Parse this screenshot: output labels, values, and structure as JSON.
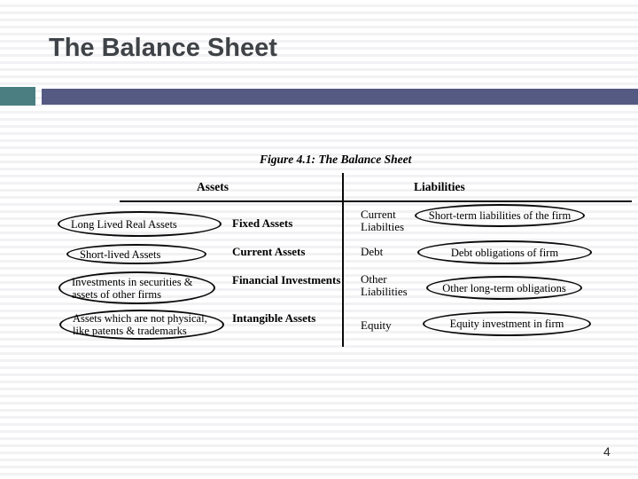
{
  "slide": {
    "title": "The Balance Sheet",
    "page_number": "4"
  },
  "figure": {
    "caption": "Figure 4.1: The Balance Sheet",
    "assets_header": "Assets",
    "liabilities_header": "Liabilities",
    "asset_rows": [
      {
        "oval": "Long Lived Real Assets",
        "label": "Fixed Assets"
      },
      {
        "oval": "Short-lived Assets",
        "label": "Current Assets"
      },
      {
        "oval": "Investments in securities & assets of other firms",
        "label": "Financial Investments"
      },
      {
        "oval": "Assets which are not physical, like patents & trademarks",
        "label": "Intangible Assets"
      }
    ],
    "liability_rows": [
      {
        "label": "Current Liabilties",
        "oval": "Short-term liabilities of the firm"
      },
      {
        "label": "Debt",
        "oval": "Debt obligations of firm"
      },
      {
        "label": "Other Liabilities",
        "oval": "Other long-term obligations"
      },
      {
        "label": "Equity",
        "oval": "Equity investment in firm"
      }
    ]
  },
  "colors": {
    "teal_accent": "#4a7e81",
    "purple_accent": "#555a83",
    "title_text": "#3f4347"
  }
}
